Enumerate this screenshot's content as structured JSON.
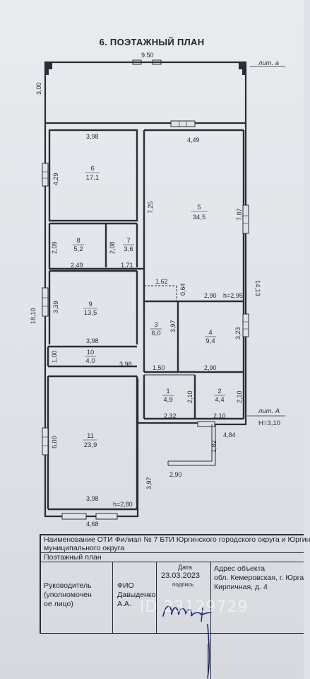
{
  "title": "6. ПОЭТАЖНЫЙ ПЛАН",
  "plan": {
    "lit_a_lower": "лит. а",
    "lit_A_upper": "лит. А",
    "height_main": "H=3,10",
    "dims": {
      "top_950": "9.50",
      "left_300": "3,00",
      "r6_398": "3,98",
      "r5_449": "4,49",
      "r6_429": "4,29",
      "r5_725": "7,25",
      "r5_787": "7,87",
      "r8_209": "2,09",
      "r8_208": "2,08",
      "r8_249": "2,49",
      "r7_171": "1,71",
      "right_1413": "14,13",
      "r3_162": "1,62",
      "r3_064": "0,64",
      "r4_290a": "2,90",
      "r4_h295": "h=2,95",
      "left_1810": "18,10",
      "r9_339": "3,39",
      "r3_397": "3,97",
      "r4_323": "3,23",
      "r9_398": "3,98",
      "r10_100": "1,00",
      "r10_398": "3,98",
      "r1_150": "1,50",
      "r4_290b": "2,90",
      "r1_210": "2,10",
      "r2_210a": "2,10",
      "r11_600": "6,00",
      "r1_232": "2,32",
      "r2_210b": "2,10",
      "r2_484": "4,84",
      "porch_182": "1,82",
      "porch_290": "2,90",
      "porch_397": "3,97",
      "r11_398": "3,98",
      "r11_h280": "h=2,80",
      "bottom_468": "4,68"
    },
    "rooms": [
      {
        "num": "6",
        "area": "17,1"
      },
      {
        "num": "5",
        "area": "34,5"
      },
      {
        "num": "8",
        "area": "5,2"
      },
      {
        "num": "7",
        "area": "3,6"
      },
      {
        "num": "9",
        "area": "13,5"
      },
      {
        "num": "3",
        "area": "6,0"
      },
      {
        "num": "4",
        "area": "9,4"
      },
      {
        "num": "10",
        "area": "4,0"
      },
      {
        "num": "1",
        "area": "4,9"
      },
      {
        "num": "2",
        "area": "4,4"
      },
      {
        "num": "11",
        "area": "23,9"
      }
    ]
  },
  "title_block": {
    "org_line1": "Наименование ОТИ Филиал № 7 БТИ Юргинского городского округа и Юргин",
    "org_line2": "муниципального округа",
    "doc_type": "Поэтажный план",
    "head_l1": "Руководитель",
    "head_l2": "(уполномочен",
    "head_l3": "ое лицо)",
    "fio_label": "ФИО",
    "fio_l1": "Давыденко",
    "fio_l2": "А.А.",
    "date_label": "Дата",
    "date_value": "23.03.2023",
    "sign_label": "подпись",
    "addr_label": "Адрес объекта",
    "addr_l1": "обл. Кемеровская, г. Юрга",
    "addr_l2": "Кирпичная, д. 4"
  },
  "watermark": "ID 23129729"
}
